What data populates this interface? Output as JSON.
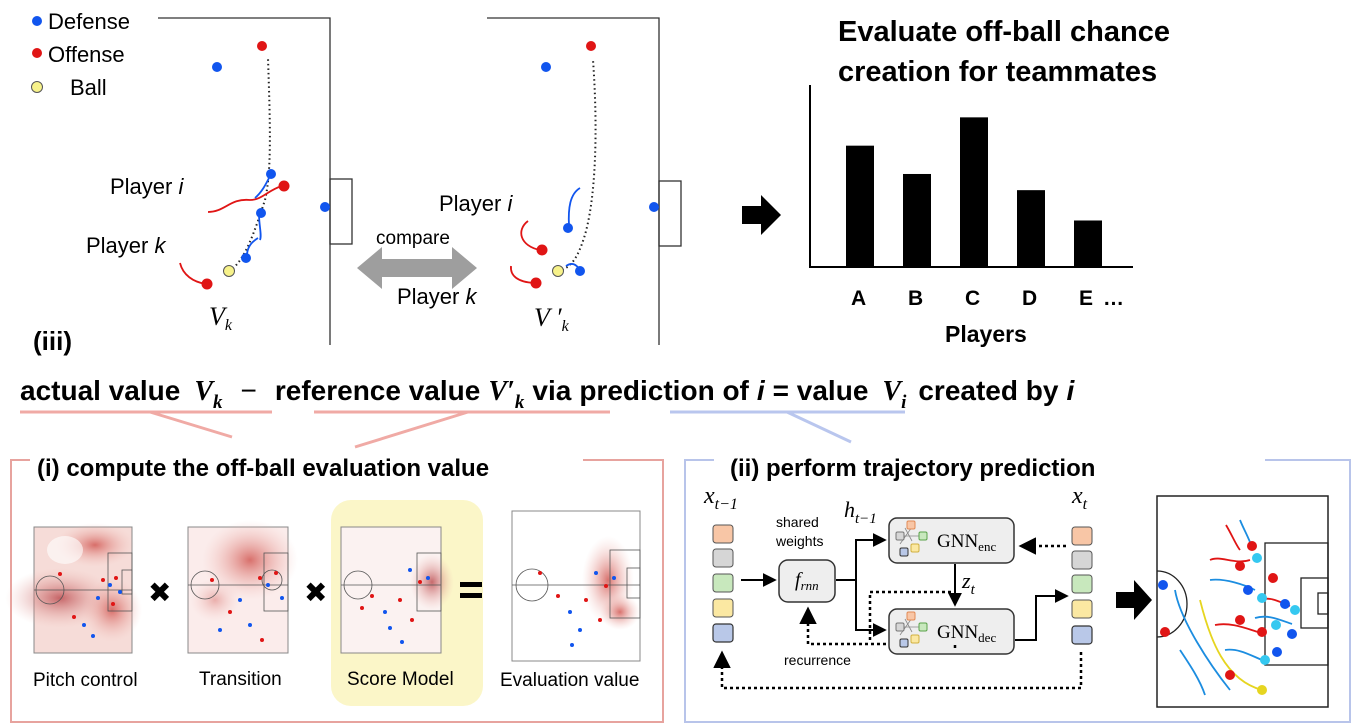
{
  "legend": {
    "defense": "Defense",
    "offense": "Offense",
    "ball": "Ball"
  },
  "pitch1": {
    "player_i_label": "Player",
    "player_i_var": "i",
    "player_k_label": "Player",
    "player_k_var": "k",
    "value_main": "V",
    "value_sub": "k"
  },
  "compare": {
    "top_label": "compare",
    "bottom_label": "Player",
    "bottom_var": "k"
  },
  "pitch2": {
    "player_i_label": "Player",
    "player_i_var": "i",
    "value_main": "V ′",
    "value_sub": "k"
  },
  "bar_panel": {
    "title_line1": "Evaluate off-ball chance",
    "title_line2": "creation for teammates",
    "xlabel": "Players",
    "ellipsis": "…"
  },
  "chart_data": {
    "type": "bar",
    "title": "Evaluate off-ball chance creation for teammates",
    "xlabel": "Players",
    "ylabel": "",
    "categories": [
      "A",
      "B",
      "C",
      "D",
      "E"
    ],
    "values": [
      6.0,
      4.6,
      7.4,
      3.8,
      2.3
    ],
    "ylim": [
      0,
      9
    ],
    "grid": false,
    "legend": "none",
    "bar_color": "#000000"
  },
  "section_iii": {
    "label": "(iii)"
  },
  "equation": {
    "actual_text": "actual value",
    "actual_var": "V",
    "actual_sub": "k",
    "minus": "−",
    "reference_text": "reference value",
    "reference_var": "V′",
    "reference_sub": "k",
    "via_text": "via",
    "prediction_text": "prediction of",
    "prediction_var": "i",
    "equals_text": "= value",
    "value_var": "V",
    "value_sub": "i",
    "created_text": "created by",
    "created_var": "i"
  },
  "section_i": {
    "title": "(i) compute the off-ball evaluation value",
    "maps": [
      "Pitch control",
      "Transition",
      "Score Model",
      "Evaluation value"
    ],
    "times_symbol": "✖",
    "equals_symbol": "="
  },
  "section_ii": {
    "title": "(ii) perform trajectory prediction",
    "x_prev": "x",
    "x_prev_sub": "t−1",
    "x_next": "x",
    "x_next_sub": "t",
    "h_prev": "h",
    "h_prev_sub": "t−1",
    "z": "z",
    "z_sub": "t",
    "shared_weights_line1": "shared",
    "shared_weights_line2": "weights",
    "frnn": "f",
    "frnn_sub": "rnn",
    "gnn_enc": "GNN",
    "gnn_enc_sub": "enc",
    "gnn_dec": "GNN",
    "gnn_dec_sub": "dec",
    "recurrence": "recurrence"
  },
  "colors": {
    "defense": "#1155ee",
    "offense": "#e01515",
    "ball": "#f7f28a",
    "pink_line": "#f0aaa5",
    "pink_border": "#e7a39e",
    "blue_line": "#b9c6ee",
    "blue_border": "#b8c4ea",
    "score_highlight": "#fbf6c8",
    "arrow_gray": "#9e9e9e",
    "node_orange": "#f8c6a6",
    "node_gray": "#d6d6d6",
    "node_green": "#c8e8bd",
    "node_yellow": "#fbe8a2",
    "node_blue": "#b9c8e8"
  }
}
